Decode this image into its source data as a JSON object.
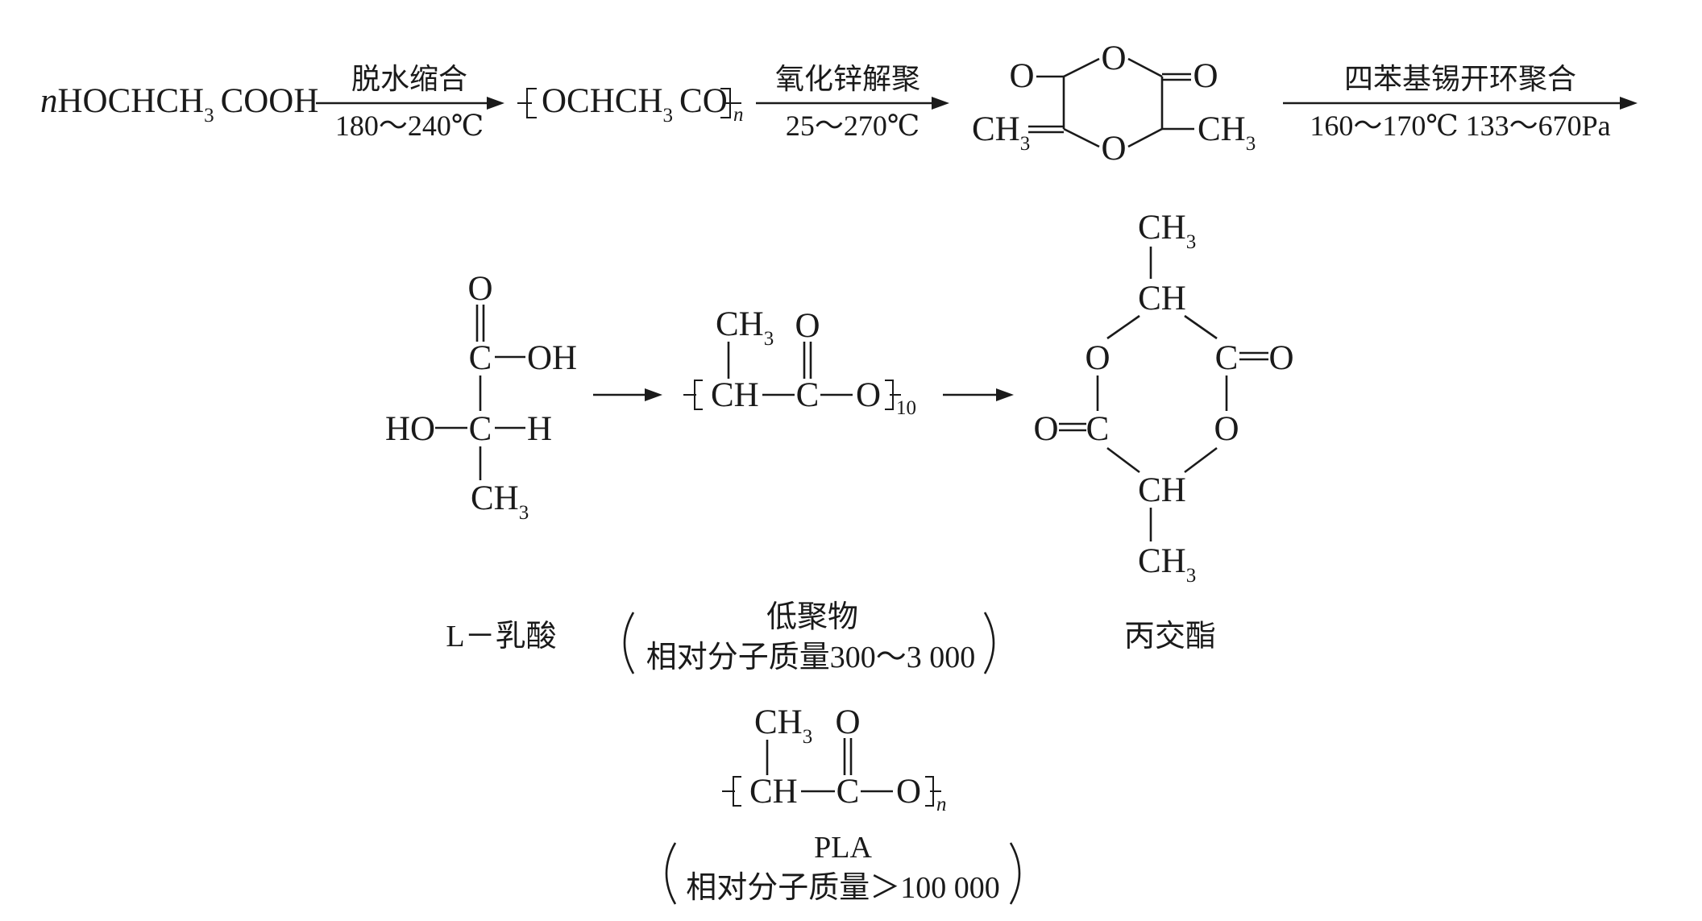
{
  "row1": {
    "reactant_coef": "n",
    "reactant_pre": "HOCHCH",
    "reactant_sub": "3",
    "reactant_post": "COOH",
    "step1_top": "脱水缩合",
    "step1_bottom": "180～240℃",
    "oligomer_pre": "OCHCH",
    "oligomer_sub": "3",
    "oligomer_post": "CO",
    "oligomer_n": "n",
    "step2_top": "氧化锌解聚",
    "step2_bottom": "25～270℃",
    "step3_top": "四苯基锡开环聚合",
    "step3_bottom": "160～170℃ 133～670Pa"
  },
  "dioxanedione": {
    "O_ring_top": "O",
    "O_ring_bottom": "O",
    "O_left": "O",
    "O_right": "O",
    "ch3_left": "CH",
    "ch3_left_sub": "3",
    "ch3_right": "CH",
    "ch3_right_sub": "3"
  },
  "lactic_acid": {
    "O": "O",
    "C_top": "C",
    "OH": "OH",
    "HO": "HO",
    "C_mid": "C",
    "H": "H",
    "ch3": "CH",
    "ch3_sub": "3",
    "label": "L－乳酸"
  },
  "oligomer": {
    "ch3": "CH",
    "ch3_sub": "3",
    "O_top": "O",
    "CH": "CH",
    "C": "C",
    "O": "O",
    "n": "10",
    "label_line1": "低聚物",
    "label_line2": "相对分子质量300～3 000"
  },
  "lactide": {
    "ch3_top": "CH",
    "ch3_top_sub": "3",
    "ch_top": "CH",
    "O_left": "O",
    "C_right": "C",
    "O_exo_right": "O",
    "O_exo_left": "O",
    "C_left": "C",
    "O_right": "O",
    "ch_bottom": "CH",
    "ch3_bottom": "CH",
    "ch3_bottom_sub": "3",
    "label": "丙交酯"
  },
  "pla": {
    "ch3": "CH",
    "ch3_sub": "3",
    "O_top": "O",
    "CH": "CH",
    "C": "C",
    "O": "O",
    "n": "n",
    "label_line1": "PLA",
    "label_line2": "相对分子质量＞100 000"
  }
}
